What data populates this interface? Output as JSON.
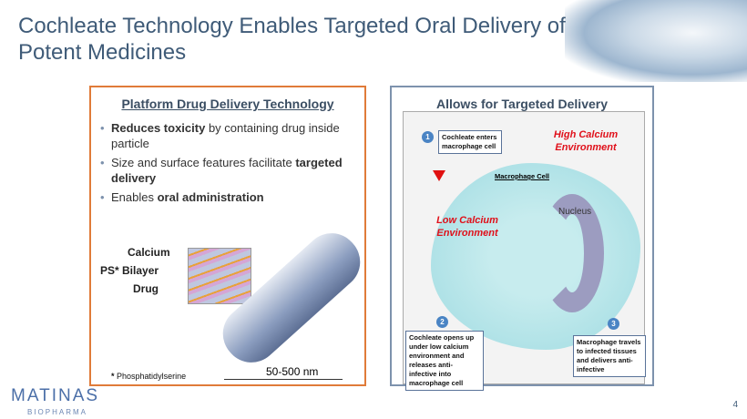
{
  "title": "Cochleate Technology Enables Targeted Oral Delivery of Potent Medicines",
  "left": {
    "heading": "Platform Drug Delivery Technology",
    "bullets": [
      {
        "bold": "Reduces toxicity",
        "rest": " by containing drug inside particle"
      },
      {
        "pre": "Size and surface features facilitate ",
        "bold": "targeted delivery"
      },
      {
        "pre": "Enables ",
        "bold": "oral administration"
      }
    ],
    "labels": {
      "calcium": "Calcium",
      "bilayer": "PS* Bilayer",
      "drug": "Drug"
    },
    "footnote_mark": "*",
    "footnote": "Phosphatidylserine",
    "scale": "50-500 nm"
  },
  "right": {
    "heading": "Allows for Targeted Delivery",
    "step1": "Cochleate enters macrophage cell",
    "step2": "Cochleate opens up under low calcium environment and releases anti-infective into macrophage cell",
    "step3": "Macrophage travels to infected tissues and delivers anti-infective",
    "n1": "1",
    "n2": "2",
    "n3": "3",
    "high": "High Calcium Environment",
    "low": "Low Calcium Environment",
    "cell": "Macrophage Cell",
    "nucleus": "Nucleus"
  },
  "logo": {
    "name": "MATINAS",
    "sub": "BIOPHARMA"
  },
  "page": "4"
}
